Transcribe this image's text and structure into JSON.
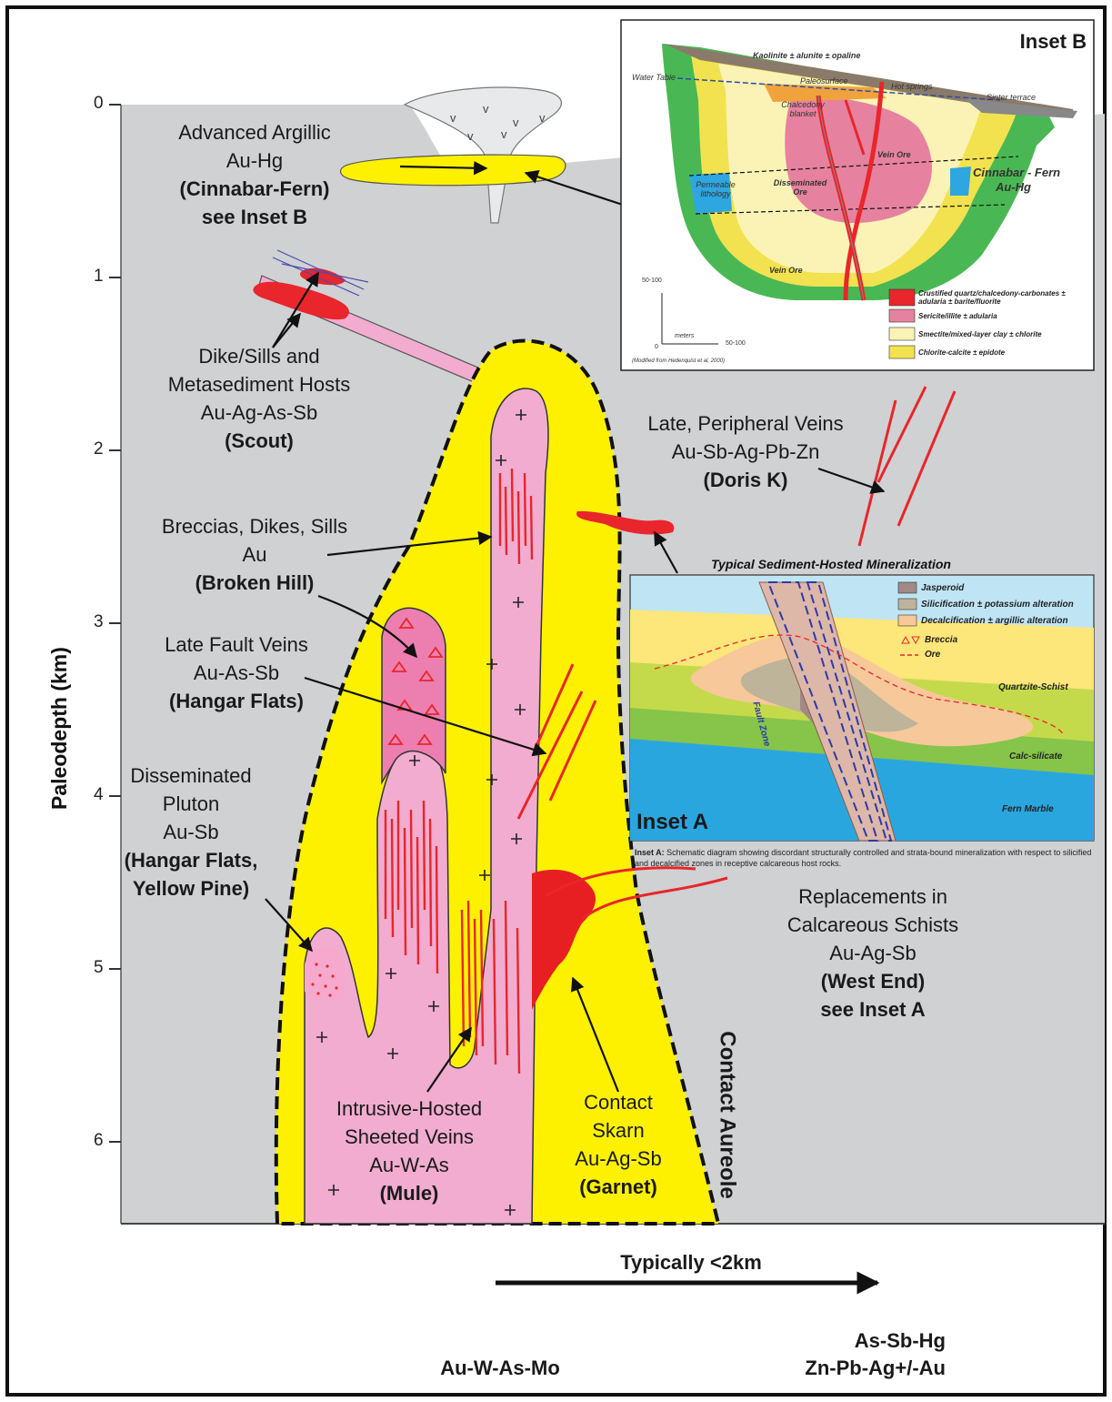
{
  "y_axis": {
    "title": "Paleodepth (km)",
    "ticks": [
      "0",
      "1",
      "2",
      "3",
      "4",
      "5",
      "6"
    ]
  },
  "labels": {
    "advanced_argillic": [
      "Advanced Argillic",
      "Au-Hg",
      "(Cinnabar-Fern)",
      "see Inset B"
    ],
    "dike_sills": [
      "Dike/Sills and",
      "Metasediment Hosts",
      "Au-Ag-As-Sb",
      "(Scout)"
    ],
    "breccias": [
      "Breccias, Dikes, Sills",
      "Au",
      "(Broken Hill)"
    ],
    "late_fault": [
      "Late Fault Veins",
      "Au-As-Sb",
      "(Hangar Flats)"
    ],
    "disseminated": [
      "Disseminated",
      "Pluton",
      "Au-Sb",
      "(Hangar Flats,",
      "Yellow Pine)"
    ],
    "late_peripheral": [
      "Late, Peripheral Veins",
      "Au-Sb-Ag-Pb-Zn",
      "(Doris K)"
    ],
    "replacements": [
      "Replacements in",
      "Calcareous Schists",
      "Au-Ag-Sb",
      "(West End)",
      "see Inset A"
    ],
    "intrusive": [
      "Intrusive-Hosted",
      "Sheeted Veins",
      "Au-W-As",
      "(Mule)"
    ],
    "skarn": [
      "Contact",
      "Skarn",
      "Au-Ag-Sb",
      "(Garnet)"
    ],
    "contact_aureole": "Contact Aureole",
    "typically": "Typically <2km",
    "bottom_left": "Au-W-As-Mo",
    "bottom_right_1": "As-Sb-Hg",
    "bottom_right_2": "Zn-Pb-Ag+/-Au"
  },
  "inset_b": {
    "title": "Inset B",
    "labels": {
      "kaolinite": "Kaolinite ± alunite ± opaline",
      "water_table": "Water Table",
      "paleosurface": "Paleosurface",
      "hot_springs": "Hot springs",
      "sinter": "Sinter terrace",
      "chalcedony": "Chalcedony blanket",
      "vein_ore_top": "Vein Ore",
      "disseminated_ore": "Disseminated Ore",
      "permeable": "Permeable lithology",
      "cinnabar": "Cinnabar - Fern",
      "cinnabar_sub": "Au-Hg",
      "vein_ore_bottom": "Vein Ore",
      "scale_v": "50-100",
      "scale_h": "50-100",
      "scale_unit": "meters",
      "scale_zero": "0",
      "credit": "(Modified from Hedenquist et al, 2000)"
    },
    "legend": [
      {
        "color": "#e8262b",
        "text": "Crustified quartz/chalcedony-carbonates ± adularia ± barite/fluorite"
      },
      {
        "color": "#e6829f",
        "text": "Sericite/illite ± adularia"
      },
      {
        "color": "#fbf3b6",
        "text": "Smectite/mixed-layer clay ± chlorite"
      },
      {
        "color": "#f2e24f",
        "text": "Chlorite-calcite ± epidote"
      }
    ]
  },
  "inset_a": {
    "header": "Typical Sediment-Hosted Mineralization",
    "title": "Inset A",
    "legend": [
      {
        "color": "#a08a86",
        "text": "Jasperoid"
      },
      {
        "color": "#bdb49a",
        "text": "Silicification ± potassium alteration"
      },
      {
        "color": "#f6c89a",
        "text": "Decalcification ± argillic alteration"
      },
      {
        "color": "#e8262b",
        "text": "Breccia"
      },
      {
        "color": "#e8262b",
        "text": "Ore"
      }
    ],
    "layer_labels": {
      "quartzite": "Quartzite-Schist",
      "calc": "Calc-silicate",
      "marble": "Fern Marble",
      "fault": "Fault Zone"
    },
    "caption_bold": "Inset A:",
    "caption": " Schematic diagram showing discordant structurally controlled and strata-bound mineralization with respect to silicified and decalcified zones in receptive calcareous host rocks."
  },
  "colors": {
    "background_gray": "#cfd1d3",
    "aureole_yellow": "#fdf100",
    "pluton_pink": "#f2acd0",
    "breccia_pink": "#ec7fb0",
    "vein_red": "#e8262b",
    "skarn_red": "#e81f22"
  }
}
